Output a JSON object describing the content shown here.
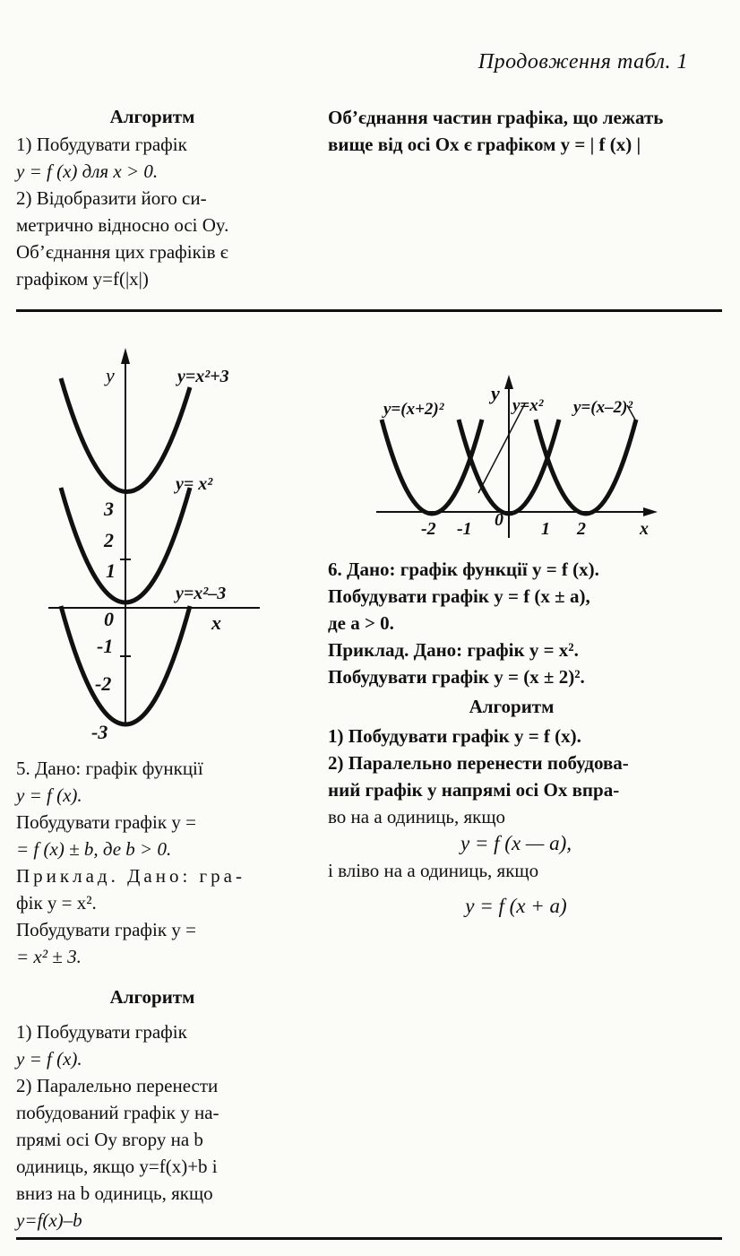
{
  "header": "Продовження табл. 1",
  "top_left": {
    "heading": "Алгоритм",
    "lines": [
      "1) Побудувати графік",
      "y = f (x) для x > 0.",
      "2) Відобразити його си-",
      "метрично відносно осі Oy.",
      "Об’єднання цих графіків є",
      "графіком y=f(|x|)"
    ]
  },
  "top_right": {
    "lines": [
      "Об’єднання частин графіка, що лежать",
      "вище від осі Ox є графіком y = | f (x) |"
    ]
  },
  "chart5": {
    "labels": [
      "y",
      "y=x²+3",
      "y= x²",
      "y=x²–3",
      "x",
      "0",
      "3",
      "2",
      "1",
      "-1",
      "-2",
      "-3"
    ]
  },
  "chart6": {
    "labels": [
      "y=(x+2)²",
      "y",
      "y=x²",
      "y=(x–2)²",
      "-2",
      "-1",
      "0",
      "1",
      "2",
      "x"
    ]
  },
  "section5": {
    "lines": [
      "5. Дано: графік функції",
      "y = f (x).",
      "Побудувати графік y =",
      "= f (x) ± b, де b > 0.",
      "Приклад. Дано: гра-",
      "фік y = x².",
      "Побудувати графік y =",
      "= x² ± 3."
    ],
    "heading": "Алгоритм",
    "algo": [
      "1) Побудувати графік",
      "y = f (x).",
      "2) Паралельно перенести",
      "побудований графік у на-",
      "прямі осі Oy вгору на b",
      "одиниць, якщо y=f(x)+b і",
      "вниз на b одиниць, якщо",
      "y=f(x)–b"
    ]
  },
  "section6": {
    "lines": [
      "6. Дано: графік функції y = f (x).",
      "Побудувати графік y = f (x ± a),",
      "де a > 0.",
      "Приклад. Дано: графік y = x².",
      "Побудувати графік y = (x ± 2)²."
    ],
    "heading": "Алгоритм",
    "algo": [
      "1) Побудувати графік y = f (x).",
      "2) Паралельно перенести побудова-",
      "ний графік у напрямі осі Ox впра-",
      "во на a одиниць, якщо",
      "y = f (x — a),",
      "і вліво на a одиниць, якщо",
      "y = f (x + a)"
    ]
  }
}
